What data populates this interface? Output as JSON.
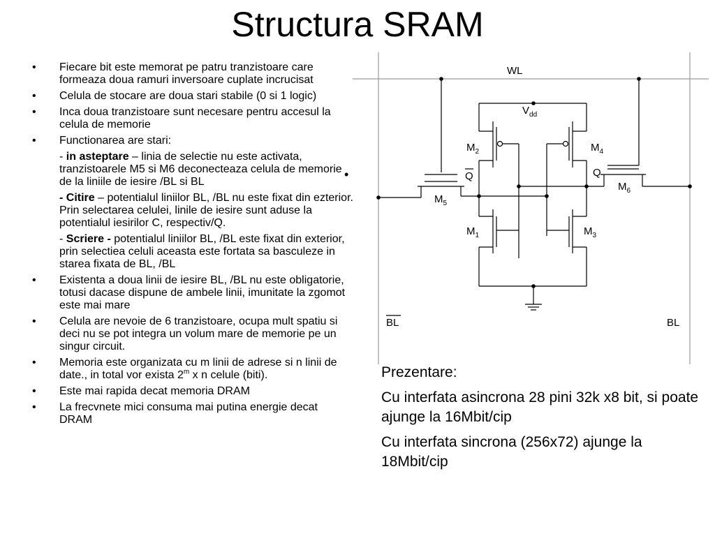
{
  "title": "Structura SRAM",
  "bullets": [
    {
      "text": "Fiecare bit este memorat pe patru tranzistoare care formeaza doua ramuri inversoare cuplate incrucisat"
    },
    {
      "text": "Celula de stocare are doua stari stabile (0 si 1 logic)"
    },
    {
      "text": "Inca doua tranzistoare sunt necesare pentru accesul la celula de memorie"
    },
    {
      "text": "Functionarea are stari:"
    },
    {
      "prefix": "- ",
      "bold": "in asteptare",
      "rest": " – linia de selectie nu este activata, tranzistoarele M5 si M6 deconecteaza celula de memorie de la liniile de iesire /BL si BL"
    },
    {
      "prefix": "",
      "bold": "- Citire",
      "rest": " – potentialul liniilor BL, /BL nu este fixat din ezterior. Prin selectarea celulei, linile de iesire sunt aduse la potentialul iesirilor C, respectiv/Q."
    },
    {
      "prefix": "- ",
      "bold": "Scriere -",
      "rest": " potentialul liniilor BL, /BL este fixat din exterior, prin selectiea celuli aceasta este fortata sa basculeze in starea fixata de BL, /BL"
    },
    {
      "text": "Existenta  a doua linii de iesire BL, /BL nu este obligatorie, totusi dacase dispune de ambele linii, imunitate la zgomot este mai mare"
    },
    {
      "text": "Celula are nevoie de 6 tranzistoare, ocupa mult spatiu si deci nu se pot integra un volum mare de memorie pe un singur circuit."
    },
    {
      "pre": "Memoria este organizata cu m linii de adrese si n linii de date., in total vor exista 2",
      "sup": "m",
      "post": " x n celule (biti)."
    },
    {
      "text": "Este mai rapida decat memoria DRAM"
    },
    {
      "text": "La frecvnete mici consuma mai putina energie decat DRAM"
    }
  ],
  "bullet_symbol": "•",
  "diagram": {
    "wl": "WL",
    "vdd_main": "V",
    "vdd_sub": "dd",
    "m2": "M",
    "m2_sub": "2",
    "m4": "M",
    "m4_sub": "4",
    "m1": "M",
    "m1_sub": "1",
    "m3": "M",
    "m3_sub": "3",
    "m5": "M",
    "m5_sub": "5",
    "m6": "M",
    "m6_sub": "6",
    "qbar": "Q",
    "q": "Q",
    "blbar": "BL",
    "bl": "BL"
  },
  "right": {
    "heading": "Prezentare:",
    "p1": " Cu interfata asincrona 28 pini 32k x8 bit, si poate ajunge la 16Mbit/cip",
    "p2": "Cu interfata sincrona (256x72) ajunge la 18Mbit/cip"
  }
}
